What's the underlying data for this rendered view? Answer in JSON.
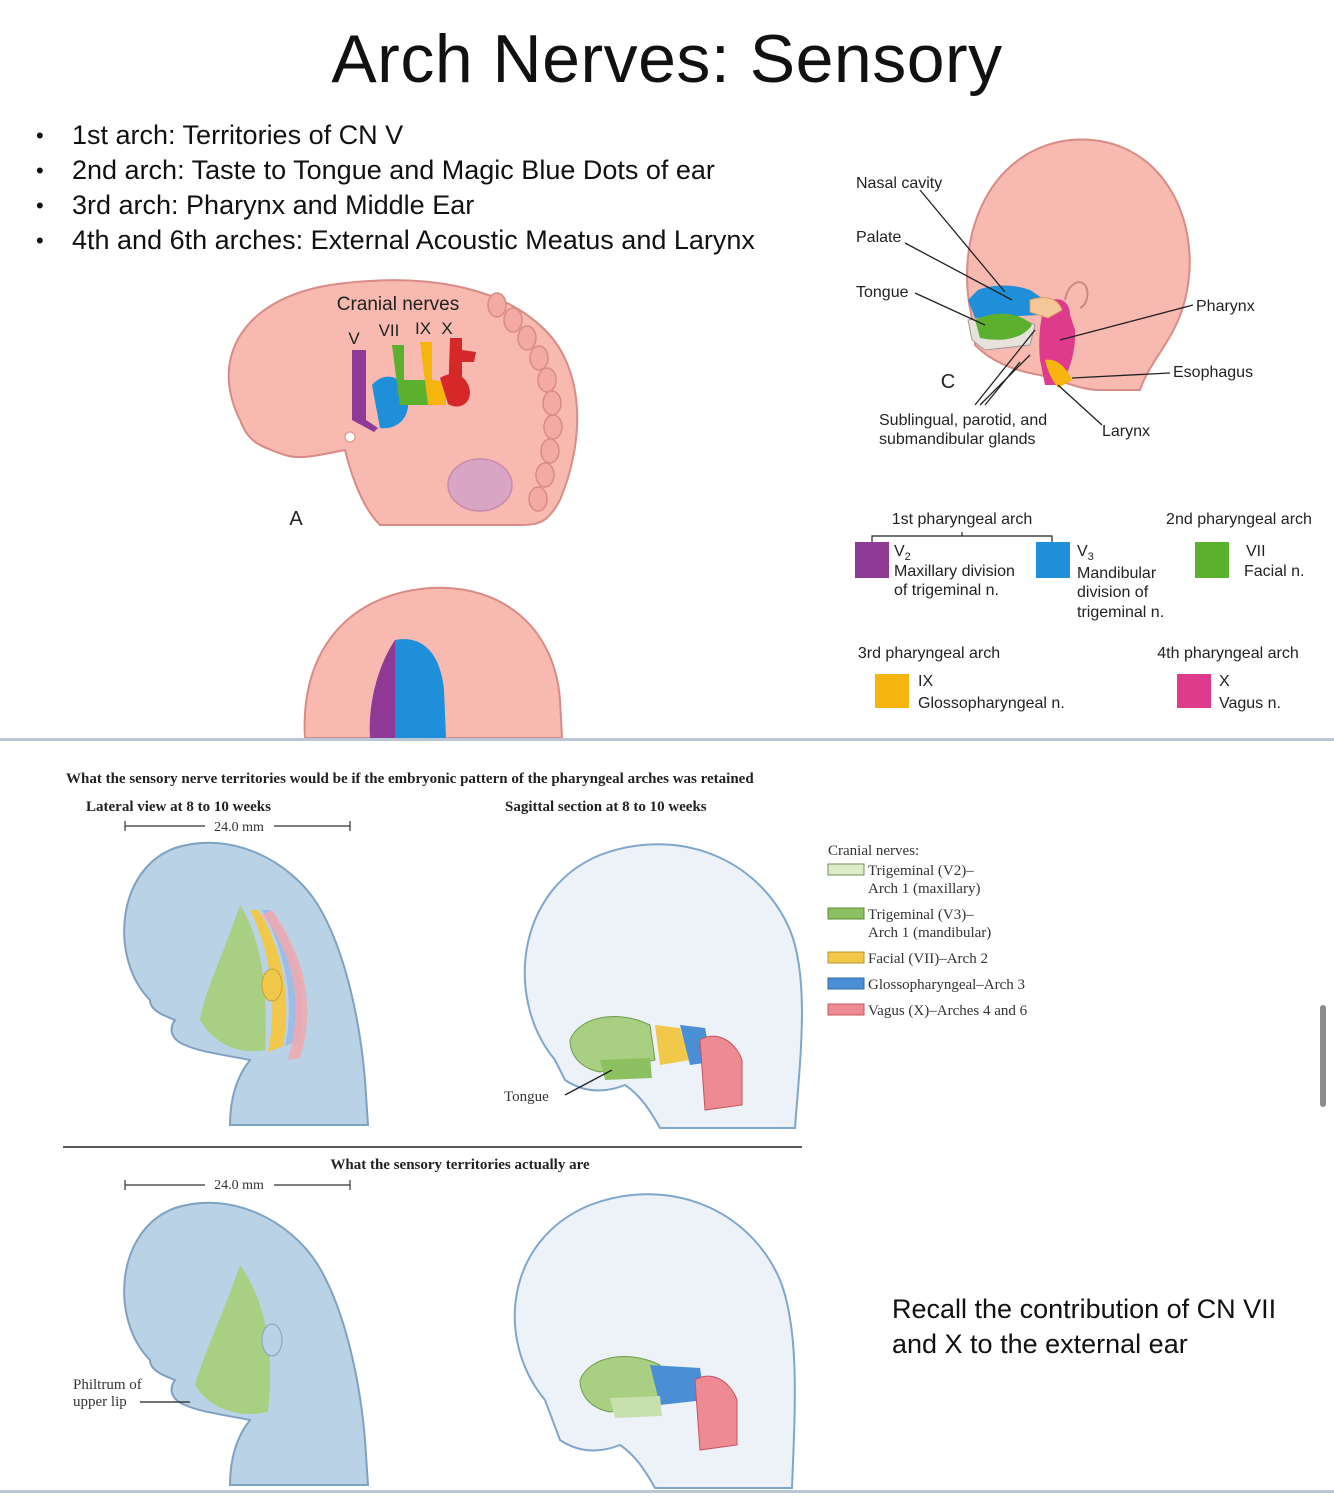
{
  "slide": {
    "title": "Arch Nerves: Sensory",
    "bullets": [
      "1st arch: Territories of CN V",
      "2nd arch: Taste to Tongue and Magic Blue Dots of ear",
      "3rd arch: Pharynx and Middle Ear",
      "4th and 6th arches: External Acoustic Meatus and Larynx"
    ]
  },
  "figure_a": {
    "panel_letter": "A",
    "heading": "Cranial nerves",
    "nerves": [
      "V",
      "VII",
      "IX",
      "X"
    ]
  },
  "figure_c": {
    "panel_letter": "C",
    "labels": {
      "nasal_cavity": "Nasal cavity",
      "palate": "Palate",
      "tongue": "Tongue",
      "pharynx": "Pharynx",
      "esophagus": "Esophagus",
      "glands_line1": "Sublingual, parotid, and",
      "glands_line2": "submandibular glands",
      "larynx": "Larynx"
    }
  },
  "legend_arches": {
    "arch1": "1st pharyngeal arch",
    "arch2": "2nd pharyngeal arch",
    "arch3": "3rd pharyngeal arch",
    "arch4": "4th pharyngeal arch",
    "v2_symbol": "V",
    "v2_sub": "2",
    "v2_line1": "Maxillary division",
    "v2_line2": "of trigeminal n.",
    "v3_symbol": "V",
    "v3_sub": "3",
    "v3_line1": "Mandibular",
    "v3_line2": "division of",
    "v3_line3": "trigeminal n.",
    "vii_symbol": "VII",
    "vii_name": "Facial n.",
    "ix_symbol": "IX",
    "ix_name": "Glossopharyngeal n.",
    "x_symbol": "X",
    "x_name": "Vagus n.",
    "colors": {
      "v2": "#8e3a96",
      "v3": "#1e8fd8",
      "vii": "#5bb02e",
      "ix": "#f6b40e",
      "x": "#de3b8c"
    }
  },
  "netter": {
    "top_caption": "What the sensory nerve territories would be if the embryonic pattern of the pharyngeal arches was retained",
    "lateral_caption": "Lateral view at 8 to 10 weeks",
    "sagittal_caption": "Sagittal section at 8 to 10 weeks",
    "scale": "24.0 mm",
    "scale2": "24.0 mm",
    "tongue_label": "Tongue",
    "actual_caption": "What the sensory territories actually are",
    "philtrum_line1": "Philtrum of",
    "philtrum_line2": "upper lip",
    "legend_title": "Cranial nerves:",
    "legend": [
      {
        "line1": "Trigeminal (V2)–",
        "line2": "Arch 1 (maxillary)",
        "color": "#dcecc8"
      },
      {
        "line1": "Trigeminal (V3)–",
        "line2": "Arch 1 (mandibular)",
        "color": "#8cc060"
      },
      {
        "line1": "Facial (VII)–Arch 2",
        "line2": "",
        "color": "#f2c84a"
      },
      {
        "line1": "Glossopharyngeal–Arch 3",
        "line2": "",
        "color": "#4a8fd6"
      },
      {
        "line1": "Vagus (X)–Arches 4 and 6",
        "line2": "",
        "color": "#ee8a94"
      }
    ]
  },
  "recall_note": "Recall the contribution of CN VII and X to the external ear"
}
